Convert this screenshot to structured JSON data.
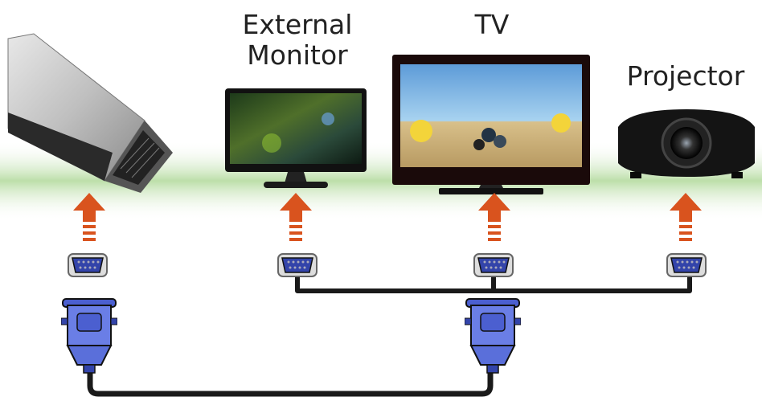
{
  "labels": {
    "external_monitor": [
      "External",
      "Monitor"
    ],
    "tv": "TV",
    "projector": "Projector"
  },
  "icons": {
    "laptop": "laptop-icon",
    "monitor": "monitor-icon",
    "tv": "tv-icon",
    "projector": "projector-icon",
    "arrow": "up-arrow-icon",
    "port": "vga-port-icon",
    "plug": "vga-plug-icon"
  },
  "colors": {
    "arrow": "#d9531e",
    "port_blue": "#3344aa",
    "cable": "#1a1a1a",
    "ground_green": "#b8dba0"
  }
}
